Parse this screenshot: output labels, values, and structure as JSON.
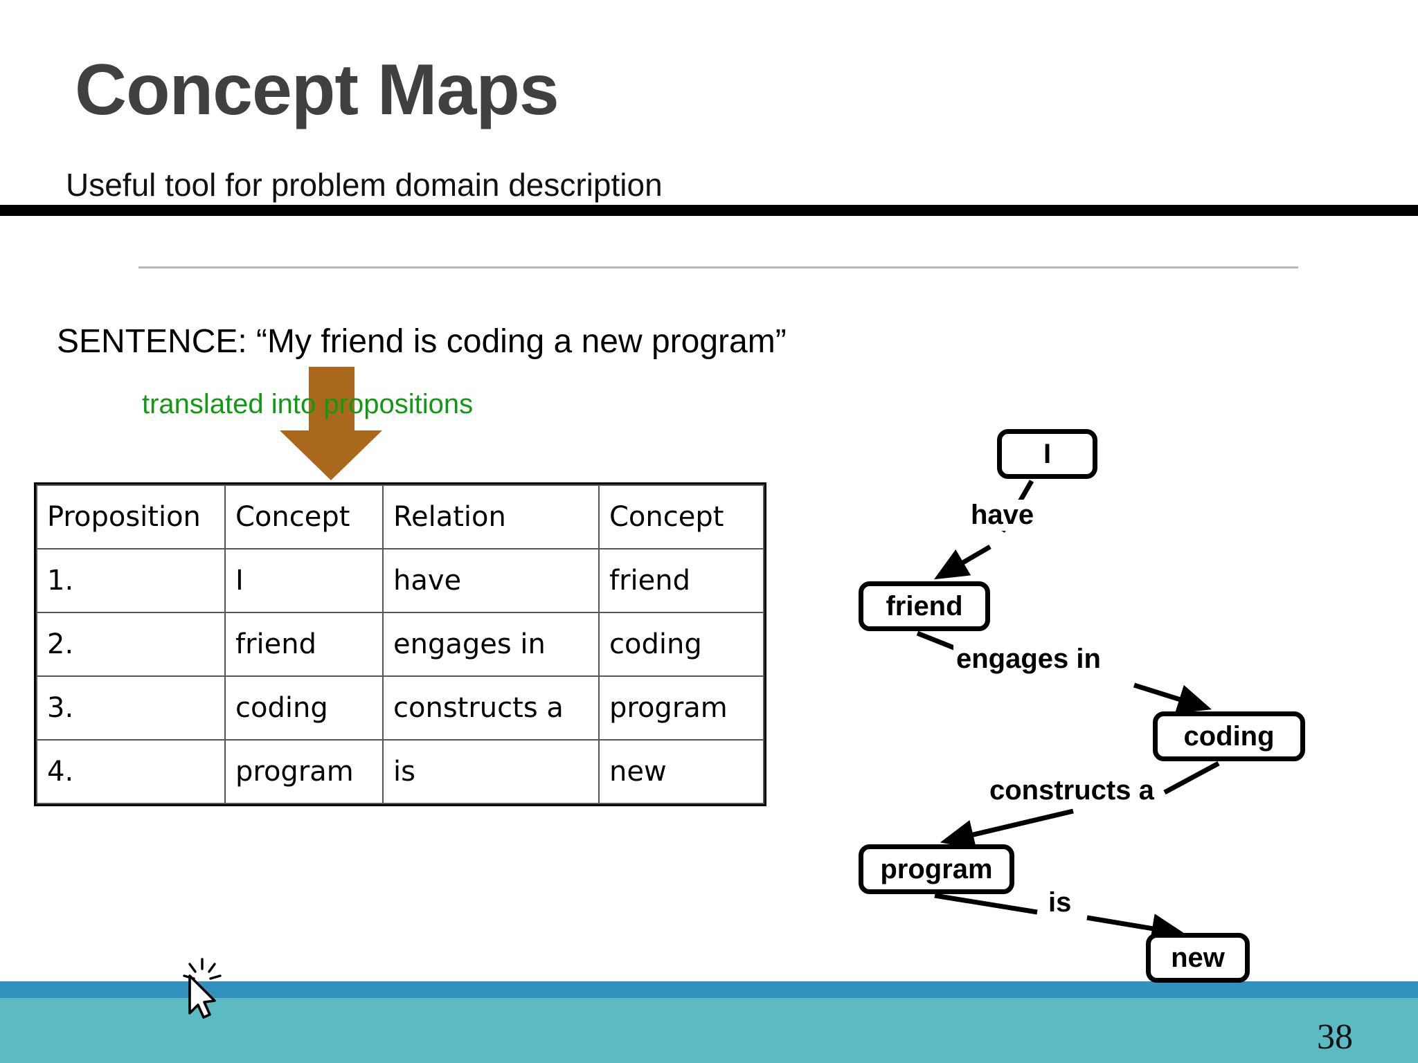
{
  "slide": {
    "title": "Concept Maps",
    "subtitle": "Useful tool for problem domain description",
    "page_number": "38"
  },
  "content": {
    "sentence_line": "SENTENCE: “My friend is coding a new program”",
    "translated_label": "translated into propositions",
    "arrow_icon": "down-arrow-icon"
  },
  "table": {
    "headers": [
      "Proposition",
      "Concept",
      "Relation",
      "Concept"
    ],
    "rows": [
      [
        "1.",
        "I",
        "have",
        "friend"
      ],
      [
        "2.",
        "friend",
        "engages in",
        "coding"
      ],
      [
        "3.",
        "coding",
        "constructs a",
        "program"
      ],
      [
        "4.",
        "program",
        "is",
        "new"
      ]
    ]
  },
  "concept_map": {
    "nodes": [
      {
        "id": "i",
        "label": "I"
      },
      {
        "id": "friend",
        "label": "friend"
      },
      {
        "id": "coding",
        "label": "coding"
      },
      {
        "id": "program",
        "label": "program"
      },
      {
        "id": "new",
        "label": "new"
      }
    ],
    "edges": [
      {
        "from": "I",
        "label": "have",
        "to": "friend"
      },
      {
        "from": "friend",
        "label": "engages in",
        "to": "coding"
      },
      {
        "from": "coding",
        "label": "constructs a",
        "to": "program"
      },
      {
        "from": "program",
        "label": "is",
        "to": "new"
      }
    ]
  },
  "colors": {
    "title": "#404040",
    "header_rule": "#000000",
    "content_rule": "#b6b6b6",
    "arrow": "#a9681b",
    "annotation_green": "#119911",
    "footer_band": "#5bbac2",
    "footer_band_dark": "#3291bf"
  }
}
